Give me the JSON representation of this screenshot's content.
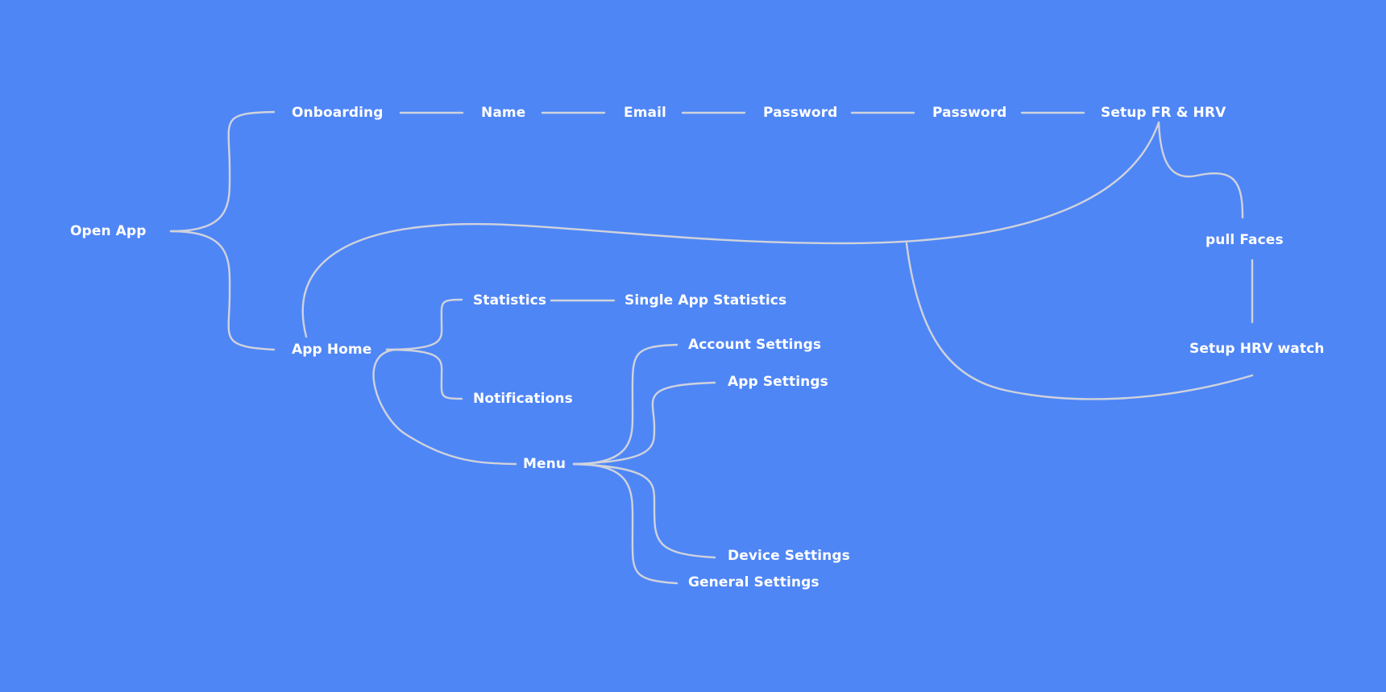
{
  "diagram": {
    "background": "#4f86f6",
    "line_color": "#cfd3dc",
    "text_color": "#ffffff",
    "nodes": {
      "open_app": "Open App",
      "onboarding": "Onboarding",
      "name": "Name",
      "email": "Email",
      "password_1": "Password",
      "password_2": "Password",
      "setup_fr_hrv": "Setup FR & HRV",
      "pull_faces": "pull Faces",
      "setup_hrv_watch": "Setup HRV watch",
      "app_home": "App Home",
      "statistics": "Statistics",
      "single_app_statistics": "Single App Statistics",
      "notifications": "Notifications",
      "menu": "Menu",
      "account_settings": "Account Settings",
      "app_settings": "App Settings",
      "device_settings": "Device Settings",
      "general_settings": "General Settings"
    }
  }
}
